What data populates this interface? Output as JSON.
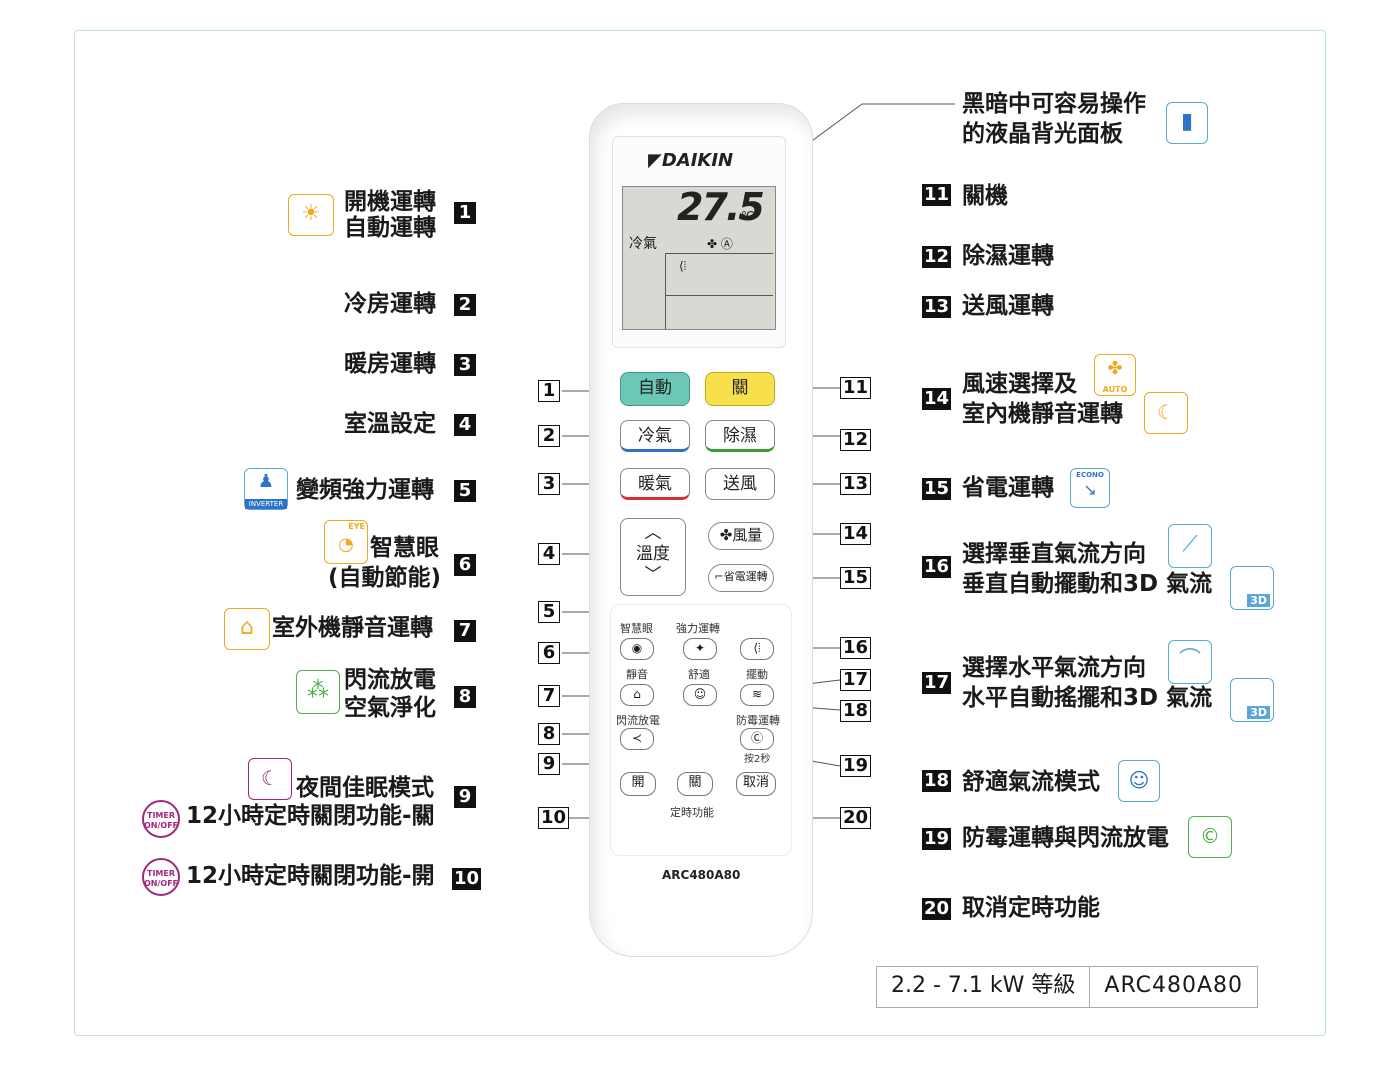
{
  "left_labels": [
    {
      "num": "1",
      "lines": [
        "開機運轉",
        "自動運轉"
      ]
    },
    {
      "num": "2",
      "lines": [
        "冷房運轉"
      ]
    },
    {
      "num": "3",
      "lines": [
        "暖房運轉"
      ]
    },
    {
      "num": "4",
      "lines": [
        "室溫設定"
      ]
    },
    {
      "num": "5",
      "lines": [
        "變頻強力運轉"
      ]
    },
    {
      "num": "6",
      "lines": [
        "智慧眼",
        "(自動節能)"
      ]
    },
    {
      "num": "7",
      "lines": [
        "室外機靜音運轉"
      ]
    },
    {
      "num": "8",
      "lines": [
        "閃流放電",
        "空氣淨化"
      ]
    },
    {
      "num": "9",
      "lines": [
        "夜間佳眠模式",
        "12小時定時關閉功能-關"
      ]
    },
    {
      "num": "10",
      "lines": [
        "12小時定時關閉功能-開"
      ]
    }
  ],
  "right_labels": [
    {
      "num": "",
      "lines": [
        "黑暗中可容易操作",
        "的液晶背光面板"
      ]
    },
    {
      "num": "11",
      "lines": [
        "關機"
      ]
    },
    {
      "num": "12",
      "lines": [
        "除濕運轉"
      ]
    },
    {
      "num": "13",
      "lines": [
        "送風運轉"
      ]
    },
    {
      "num": "14",
      "lines": [
        "風速選擇及",
        "室內機靜音運轉"
      ]
    },
    {
      "num": "15",
      "lines": [
        "省電運轉"
      ]
    },
    {
      "num": "16",
      "lines": [
        "選擇垂直氣流方向",
        "垂直自動擺動和3D 氣流"
      ]
    },
    {
      "num": "17",
      "lines": [
        "選擇水平氣流方向",
        "水平自動搖擺和3D 氣流"
      ]
    },
    {
      "num": "18",
      "lines": [
        "舒適氣流模式"
      ]
    },
    {
      "num": "19",
      "lines": [
        "防霉運轉與閃流放電"
      ]
    },
    {
      "num": "20",
      "lines": [
        "取消定時功能"
      ]
    }
  ],
  "callout_nums": {
    "left": [
      "1",
      "2",
      "3",
      "4",
      "5",
      "6",
      "7",
      "8",
      "9",
      "10"
    ],
    "right": [
      "11",
      "12",
      "13",
      "14",
      "15",
      "16",
      "17",
      "18",
      "19",
      "20"
    ]
  },
  "remote": {
    "brand": "DAIKIN",
    "model": "ARC480A80",
    "lcd": {
      "temp": "27.5",
      "unit": "℃",
      "mode": "冷氣"
    },
    "buttons": {
      "auto": "自動",
      "off": "關",
      "cool": "冷氣",
      "dry": "除濕",
      "heat": "暖氣",
      "fan": "送風",
      "temp": "溫度",
      "fan_speed": "風量",
      "econo": "省電運轉",
      "eye": "智慧眼",
      "powerful": "強力運轉",
      "quiet": "靜音",
      "comfort": "舒適",
      "swing": "擺動",
      "streamer": "閃流放電",
      "mold": "防霉運轉",
      "press2s": "按2秒",
      "timer_on": "開",
      "timer_off": "關",
      "cancel": "取消",
      "timer_func": "定時功能"
    }
  },
  "icon_text": {
    "inverter": "INVERTER",
    "eye": "EYE",
    "auto": "AUTO",
    "econo": "ECONO",
    "timer_a": "TIMER",
    "timer_b": "ON/OFF",
    "three_d": "3D"
  },
  "spec": {
    "class": "2.2 - 7.1 kW 等級",
    "model": "ARC480A80"
  },
  "colors": {
    "auto_btn": "#6cc7b6",
    "off_btn": "#f7e04a",
    "cool_line": "#2f73c8",
    "dry_line": "#3a9d3a",
    "heat_line": "#d83030",
    "orange": "#f2a81f",
    "purple": "#a0287a"
  }
}
